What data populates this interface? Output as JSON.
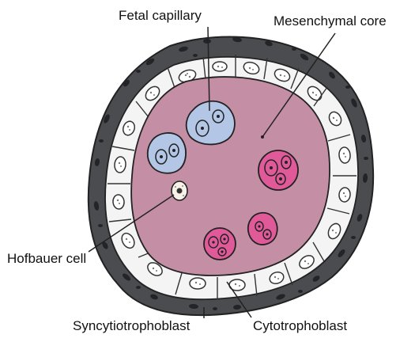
{
  "labels": {
    "fetal_capillary": "Fetal capillary",
    "mesenchymal_core": "Mesenchymal core",
    "hofbauer_cell": "Hofbauer cell",
    "syncytiotrophoblast": "Syncytiotrophoblast",
    "cytotrophoblast": "Cytotrophoblast"
  },
  "colors": {
    "syncytiotrophoblast": "#4a4c4f",
    "cytotrophoblast": "#f4f4f4",
    "mesenchymal_core": "#c48fa5",
    "fetal_capillary": "#b3c6e6",
    "pink_capillary": "#e05a9a",
    "outline": "#222222"
  }
}
